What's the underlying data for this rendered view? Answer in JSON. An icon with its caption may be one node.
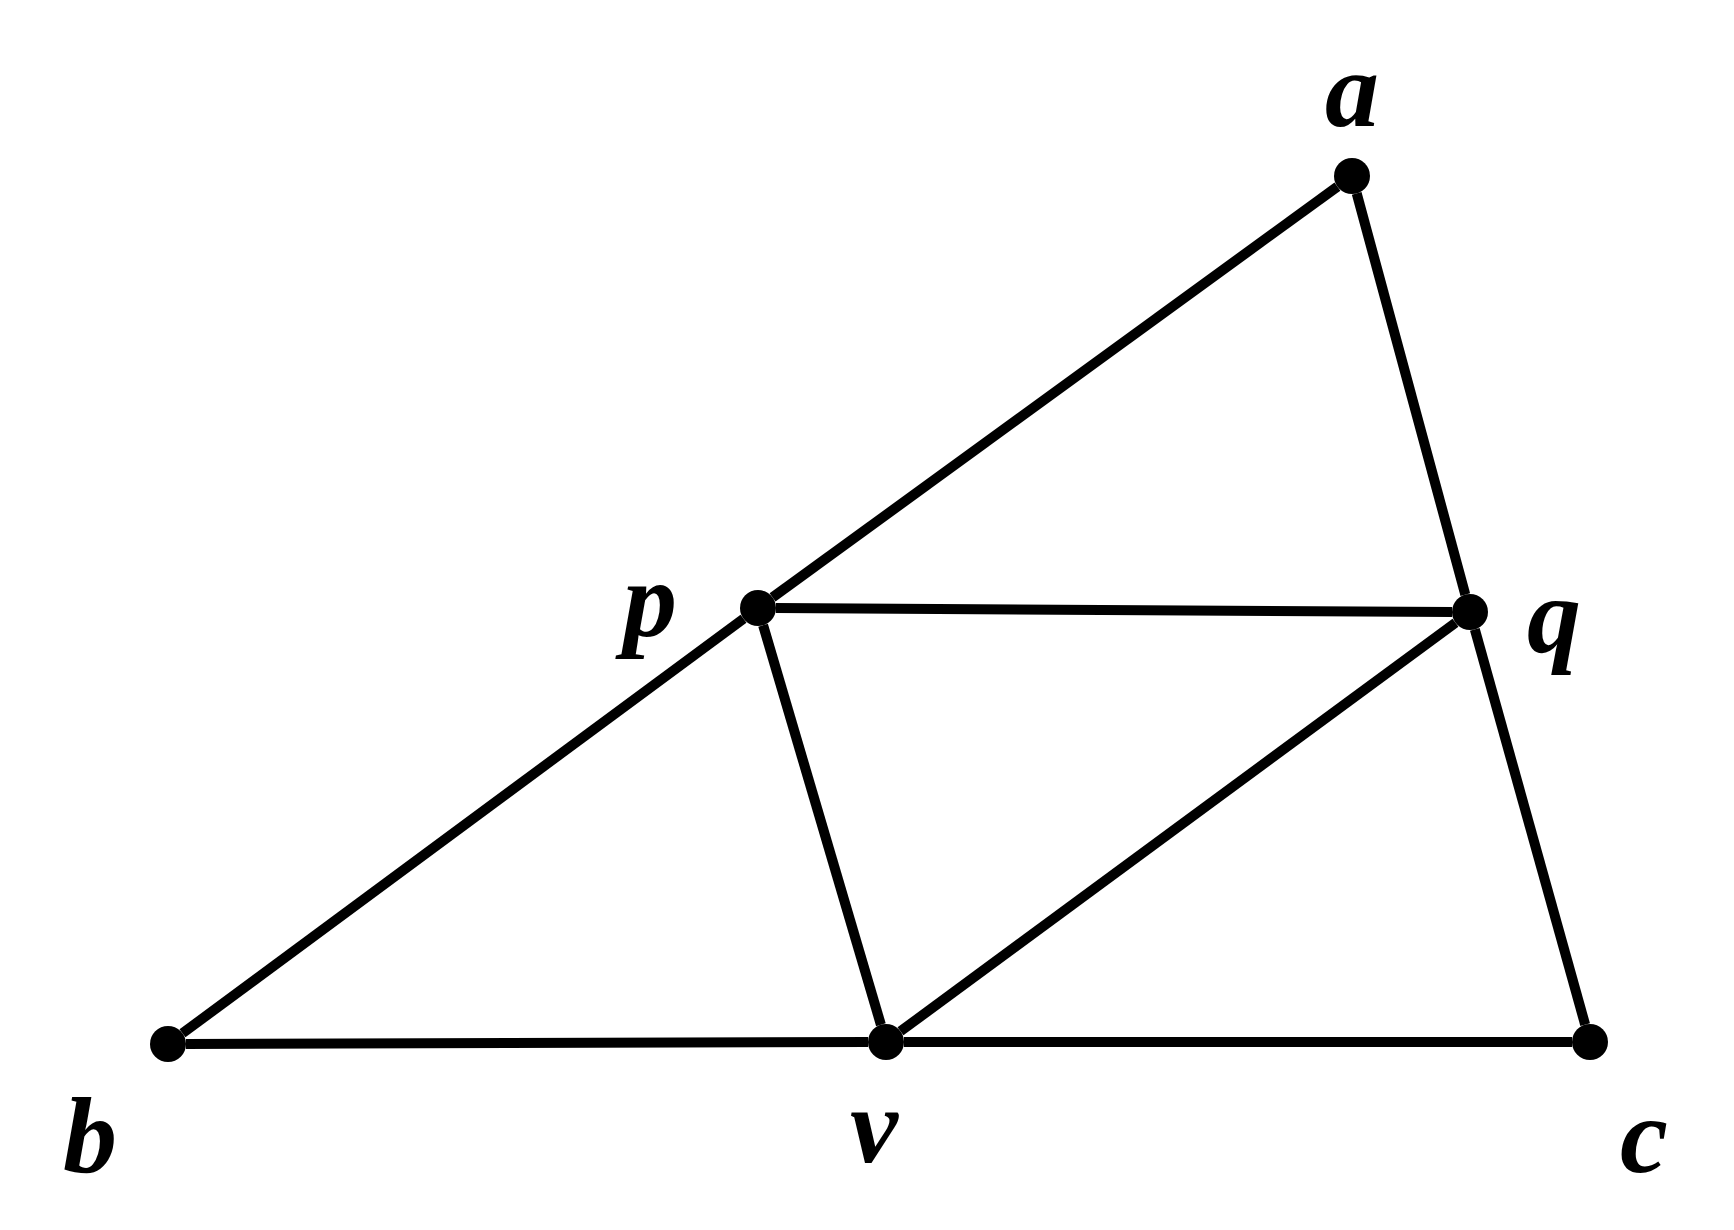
{
  "diagram": {
    "nodes": [
      {
        "text": [
          "a"
        ]
      },
      {
        "text": [
          "p"
        ]
      },
      {
        "text": [
          "q"
        ]
      },
      {
        "text": [
          "b"
        ]
      },
      {
        "text": [
          "v"
        ]
      },
      {
        "text": [
          "c"
        ]
      }
    ],
    "edges": [
      {
        "from": 0,
        "to": 1,
        "arrow": "none"
      },
      {
        "from": 1,
        "to": 3,
        "arrow": "none"
      },
      {
        "from": 0,
        "to": 2,
        "arrow": "none"
      },
      {
        "from": 2,
        "to": 5,
        "arrow": "none"
      },
      {
        "from": 3,
        "to": 4,
        "arrow": "none"
      },
      {
        "from": 4,
        "to": 5,
        "arrow": "none"
      },
      {
        "from": 1,
        "to": 2,
        "arrow": "none"
      },
      {
        "from": 1,
        "to": 4,
        "arrow": "none"
      },
      {
        "from": 4,
        "to": 2,
        "arrow": "none"
      }
    ]
  }
}
